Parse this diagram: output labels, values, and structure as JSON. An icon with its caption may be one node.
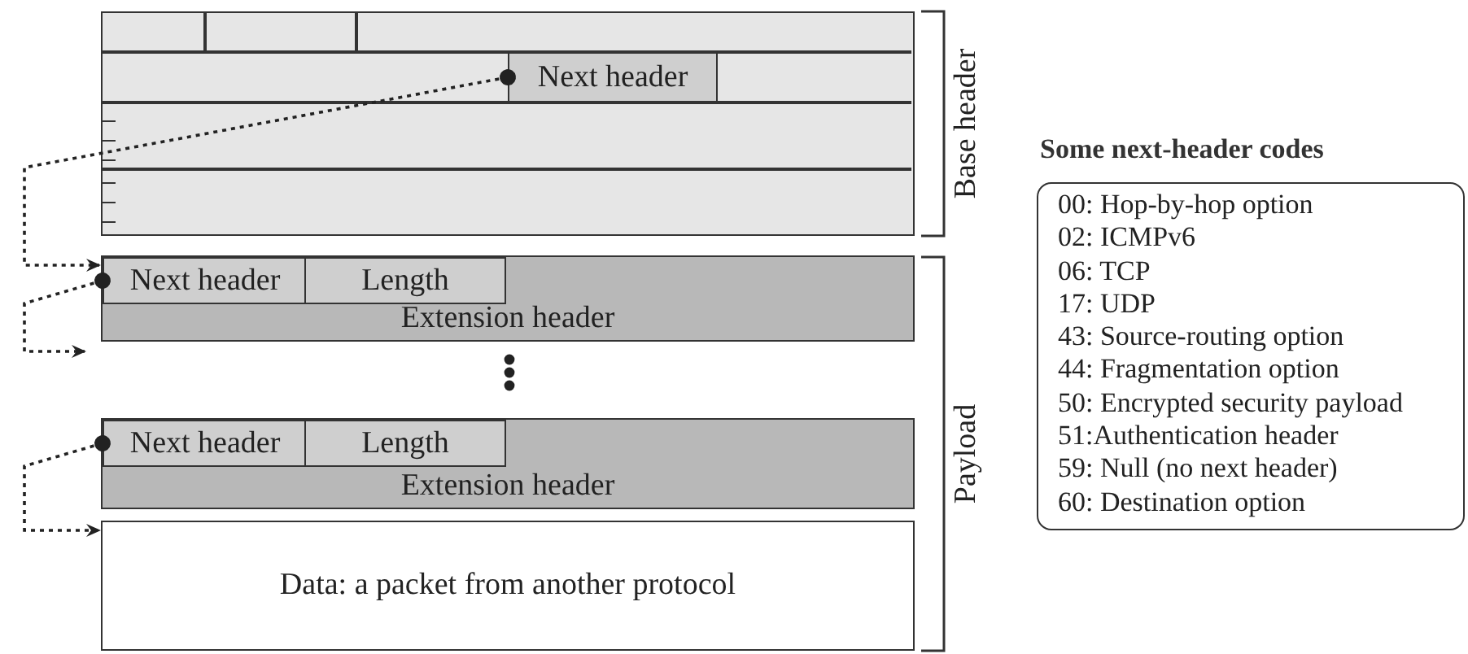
{
  "diagram": {
    "nodes": [
      {
        "text": [],
        "shape": "box"
      },
      {
        "text": [
          "Next header"
        ],
        "in": 0
      },
      {
        "text": [
          "Extension header"
        ]
      },
      {
        "text": [
          "Next header"
        ],
        "in": 2
      },
      {
        "text": [
          "Length"
        ],
        "in": 2
      },
      {
        "text": [
          "Extension header"
        ]
      },
      {
        "text": [
          "Next header"
        ],
        "in": 5
      },
      {
        "text": [
          "Length"
        ],
        "in": 5
      },
      {
        "text": [
          "Data: a packet from another protocol"
        ]
      },
      {
        "text": [
          "Some next-header codes",
          "00: Hop-by-hop option",
          "02: ICMPv6",
          "06: TCP",
          "17: UDP",
          "43: Source-routing option",
          "44: Fragmentation option",
          "50: Encrypted security payload",
          "51:Authentication header",
          "59: Null (no next header)",
          "60: Destination option"
        ]
      }
    ],
    "edges": [
      {
        "from": 1,
        "to": 2,
        "arrow": "to",
        "style": "dashed"
      },
      {
        "from": 3,
        "to": null,
        "arrow": "to",
        "style": "dashed"
      },
      {
        "from": 6,
        "to": 8,
        "arrow": "to",
        "style": "dashed"
      }
    ],
    "labels": [
      "Base header",
      "Payload"
    ]
  }
}
